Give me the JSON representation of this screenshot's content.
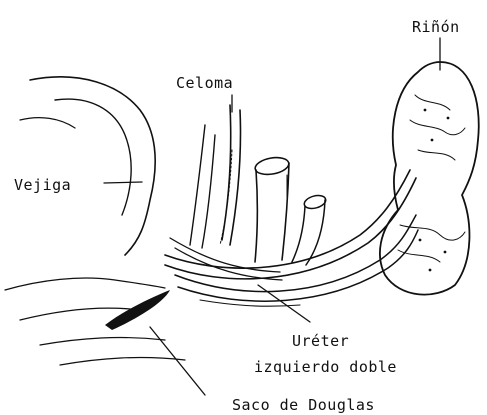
{
  "labels": {
    "kidney": "Riñón",
    "coelom": "Celoma",
    "bladder": "Vejiga",
    "ureter_line1": "Uréter",
    "ureter_line2": "izquierdo doble",
    "douglas": "Saco de Douglas"
  },
  "colors": {
    "ink": "#111111",
    "background": "#ffffff"
  }
}
